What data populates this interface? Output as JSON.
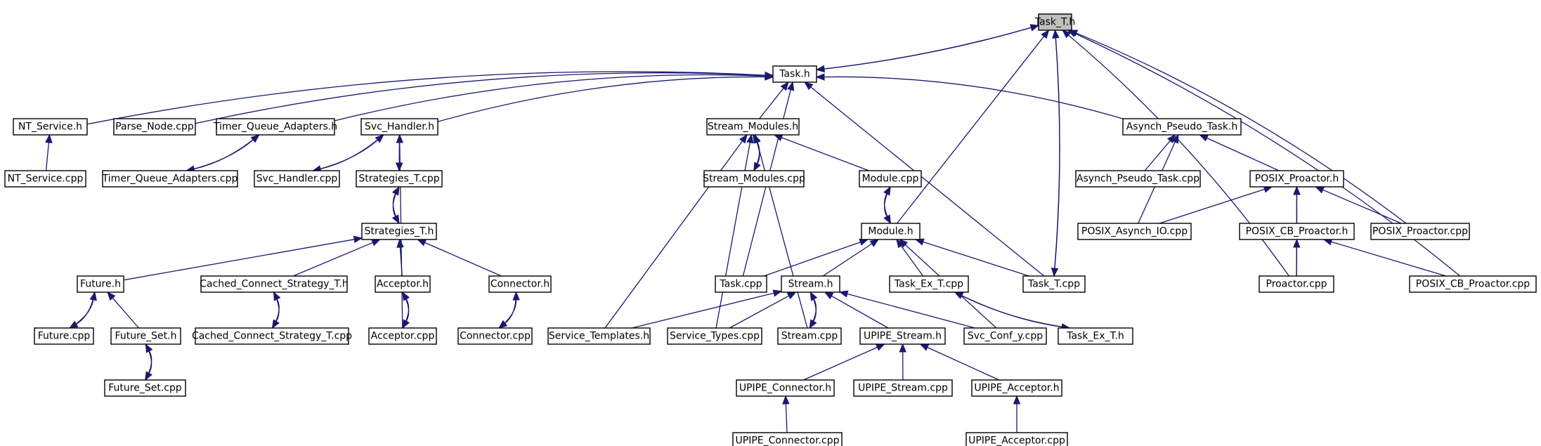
{
  "diagram": {
    "nodes": [
      {
        "id": "task_t_h",
        "label": "Task_T.h",
        "root": true
      },
      {
        "id": "task_h",
        "label": "Task.h"
      },
      {
        "id": "nt_service_h",
        "label": "NT_Service.h"
      },
      {
        "id": "parse_node_cpp",
        "label": "Parse_Node.cpp"
      },
      {
        "id": "timer_queue_adapters_h",
        "label": "Timer_Queue_Adapters.h"
      },
      {
        "id": "svc_handler_h",
        "label": "Svc_Handler.h"
      },
      {
        "id": "stream_modules_h",
        "label": "Stream_Modules.h"
      },
      {
        "id": "asynch_pseudo_task_h",
        "label": "Asynch_Pseudo_Task.h"
      },
      {
        "id": "nt_service_cpp",
        "label": "NT_Service.cpp"
      },
      {
        "id": "timer_queue_adapters_cpp",
        "label": "Timer_Queue_Adapters.cpp"
      },
      {
        "id": "svc_handler_cpp",
        "label": "Svc_Handler.cpp"
      },
      {
        "id": "strategies_t_cpp",
        "label": "Strategies_T.cpp"
      },
      {
        "id": "stream_modules_cpp",
        "label": "Stream_Modules.cpp"
      },
      {
        "id": "module_cpp",
        "label": "Module.cpp"
      },
      {
        "id": "asynch_pseudo_task_cpp",
        "label": "Asynch_Pseudo_Task.cpp"
      },
      {
        "id": "posix_proactor_h",
        "label": "POSIX_Proactor.h"
      },
      {
        "id": "strategies_t_h",
        "label": "Strategies_T.h"
      },
      {
        "id": "module_h",
        "label": "Module.h"
      },
      {
        "id": "posix_asynch_io_cpp",
        "label": "POSIX_Asynch_IO.cpp"
      },
      {
        "id": "posix_cb_proactor_h",
        "label": "POSIX_CB_Proactor.h"
      },
      {
        "id": "posix_proactor_cpp",
        "label": "POSIX_Proactor.cpp"
      },
      {
        "id": "future_h",
        "label": "Future.h"
      },
      {
        "id": "cached_connect_strategy_t_h",
        "label": "Cached_Connect_Strategy_T.h"
      },
      {
        "id": "acceptor_h",
        "label": "Acceptor.h"
      },
      {
        "id": "connector_h",
        "label": "Connector.h"
      },
      {
        "id": "task_cpp",
        "label": "Task.cpp"
      },
      {
        "id": "stream_h",
        "label": "Stream.h"
      },
      {
        "id": "task_ex_t_cpp",
        "label": "Task_Ex_T.cpp"
      },
      {
        "id": "task_t_cpp",
        "label": "Task_T.cpp"
      },
      {
        "id": "proactor_cpp",
        "label": "Proactor.cpp"
      },
      {
        "id": "posix_cb_proactor_cpp",
        "label": "POSIX_CB_Proactor.cpp"
      },
      {
        "id": "future_cpp",
        "label": "Future.cpp"
      },
      {
        "id": "future_set_h",
        "label": "Future_Set.h"
      },
      {
        "id": "cached_connect_strategy_t_cpp",
        "label": "Cached_Connect_Strategy_T.cpp"
      },
      {
        "id": "acceptor_cpp",
        "label": "Acceptor.cpp"
      },
      {
        "id": "connector_cpp",
        "label": "Connector.cpp"
      },
      {
        "id": "service_templates_h",
        "label": "Service_Templates.h"
      },
      {
        "id": "service_types_cpp",
        "label": "Service_Types.cpp"
      },
      {
        "id": "stream_cpp",
        "label": "Stream.cpp"
      },
      {
        "id": "upipe_stream_h",
        "label": "UPIPE_Stream.h"
      },
      {
        "id": "svc_conf_y_cpp",
        "label": "Svc_Conf_y.cpp"
      },
      {
        "id": "task_ex_t_h",
        "label": "Task_Ex_T.h"
      },
      {
        "id": "future_set_cpp",
        "label": "Future_Set.cpp"
      },
      {
        "id": "upipe_connector_h",
        "label": "UPIPE_Connector.h"
      },
      {
        "id": "upipe_stream_cpp",
        "label": "UPIPE_Stream.cpp"
      },
      {
        "id": "upipe_acceptor_h",
        "label": "UPIPE_Acceptor.h"
      },
      {
        "id": "upipe_connector_cpp",
        "label": "UPIPE_Connector.cpp"
      },
      {
        "id": "upipe_acceptor_cpp",
        "label": "UPIPE_Acceptor.cpp"
      }
    ],
    "edges": [
      {
        "from": "task_h",
        "to": "task_t_h"
      },
      {
        "from": "task_t_h",
        "to": "task_h"
      },
      {
        "from": "module_h",
        "to": "task_t_h"
      },
      {
        "from": "task_t_cpp",
        "to": "task_t_h"
      },
      {
        "from": "task_t_h",
        "to": "task_t_cpp"
      },
      {
        "from": "posix_proactor_cpp",
        "to": "task_t_h"
      },
      {
        "from": "proactor_cpp",
        "to": "task_t_h"
      },
      {
        "from": "posix_cb_proactor_cpp",
        "to": "task_t_h"
      },
      {
        "from": "nt_service_h",
        "to": "task_h"
      },
      {
        "from": "parse_node_cpp",
        "to": "task_h"
      },
      {
        "from": "timer_queue_adapters_h",
        "to": "task_h"
      },
      {
        "from": "svc_handler_h",
        "to": "task_h"
      },
      {
        "from": "stream_modules_h",
        "to": "task_h"
      },
      {
        "from": "asynch_pseudo_task_h",
        "to": "task_h"
      },
      {
        "from": "task_cpp",
        "to": "task_h"
      },
      {
        "from": "task_t_cpp",
        "to": "task_h"
      },
      {
        "from": "nt_service_cpp",
        "to": "nt_service_h"
      },
      {
        "from": "timer_queue_adapters_cpp",
        "to": "timer_queue_adapters_h"
      },
      {
        "from": "timer_queue_adapters_h",
        "to": "timer_queue_adapters_cpp"
      },
      {
        "from": "svc_handler_cpp",
        "to": "svc_handler_h"
      },
      {
        "from": "svc_handler_h",
        "to": "svc_handler_cpp"
      },
      {
        "from": "svc_handler_h",
        "to": "strategies_t_cpp"
      },
      {
        "from": "acceptor_cpp",
        "to": "svc_handler_h"
      },
      {
        "from": "strategies_t_cpp",
        "to": "strategies_t_h"
      },
      {
        "from": "strategies_t_h",
        "to": "strategies_t_cpp"
      },
      {
        "from": "future_h",
        "to": "strategies_t_h"
      },
      {
        "from": "cached_connect_strategy_t_h",
        "to": "strategies_t_h"
      },
      {
        "from": "acceptor_h",
        "to": "strategies_t_h"
      },
      {
        "from": "connector_h",
        "to": "strategies_t_h"
      },
      {
        "from": "future_cpp",
        "to": "future_h"
      },
      {
        "from": "future_h",
        "to": "future_cpp"
      },
      {
        "from": "future_set_h",
        "to": "future_h"
      },
      {
        "from": "future_set_cpp",
        "to": "future_set_h"
      },
      {
        "from": "future_set_h",
        "to": "future_set_cpp"
      },
      {
        "from": "cached_connect_strategy_t_cpp",
        "to": "cached_connect_strategy_t_h"
      },
      {
        "from": "cached_connect_strategy_t_h",
        "to": "cached_connect_strategy_t_cpp"
      },
      {
        "from": "acceptor_cpp",
        "to": "acceptor_h"
      },
      {
        "from": "acceptor_h",
        "to": "acceptor_cpp"
      },
      {
        "from": "connector_cpp",
        "to": "connector_h"
      },
      {
        "from": "connector_h",
        "to": "connector_cpp"
      },
      {
        "from": "stream_modules_cpp",
        "to": "stream_modules_h"
      },
      {
        "from": "stream_modules_h",
        "to": "stream_modules_cpp"
      },
      {
        "from": "module_cpp",
        "to": "stream_modules_h"
      },
      {
        "from": "service_templates_h",
        "to": "stream_modules_h"
      },
      {
        "from": "service_types_cpp",
        "to": "stream_modules_h"
      },
      {
        "from": "stream_cpp",
        "to": "stream_modules_h"
      },
      {
        "from": "module_cpp",
        "to": "module_h"
      },
      {
        "from": "module_h",
        "to": "module_cpp"
      },
      {
        "from": "task_cpp",
        "to": "module_h"
      },
      {
        "from": "stream_h",
        "to": "module_h"
      },
      {
        "from": "task_ex_t_cpp",
        "to": "module_h"
      },
      {
        "from": "task_t_cpp",
        "to": "module_h"
      },
      {
        "from": "svc_conf_y_cpp",
        "to": "module_h"
      },
      {
        "from": "service_templates_h",
        "to": "stream_h"
      },
      {
        "from": "service_types_cpp",
        "to": "stream_h"
      },
      {
        "from": "stream_cpp",
        "to": "stream_h"
      },
      {
        "from": "stream_h",
        "to": "stream_cpp"
      },
      {
        "from": "upipe_stream_h",
        "to": "stream_h"
      },
      {
        "from": "svc_conf_y_cpp",
        "to": "stream_h"
      },
      {
        "from": "task_ex_t_h",
        "to": "task_ex_t_cpp"
      },
      {
        "from": "task_ex_t_cpp",
        "to": "task_ex_t_h"
      },
      {
        "from": "upipe_connector_h",
        "to": "upipe_stream_h"
      },
      {
        "from": "upipe_stream_cpp",
        "to": "upipe_stream_h"
      },
      {
        "from": "upipe_acceptor_h",
        "to": "upipe_stream_h"
      },
      {
        "from": "upipe_connector_cpp",
        "to": "upipe_connector_h"
      },
      {
        "from": "upipe_acceptor_cpp",
        "to": "upipe_acceptor_h"
      },
      {
        "from": "asynch_pseudo_task_cpp",
        "to": "asynch_pseudo_task_h"
      },
      {
        "from": "posix_proactor_h",
        "to": "asynch_pseudo_task_h"
      },
      {
        "from": "posix_asynch_io_cpp",
        "to": "asynch_pseudo_task_h"
      },
      {
        "from": "posix_asynch_io_cpp",
        "to": "posix_proactor_h"
      },
      {
        "from": "posix_cb_proactor_h",
        "to": "posix_proactor_h"
      },
      {
        "from": "posix_proactor_cpp",
        "to": "posix_proactor_h"
      },
      {
        "from": "proactor_cpp",
        "to": "posix_proactor_h"
      },
      {
        "from": "proactor_cpp",
        "to": "posix_cb_proactor_h"
      },
      {
        "from": "posix_cb_proactor_cpp",
        "to": "posix_cb_proactor_h"
      }
    ]
  }
}
